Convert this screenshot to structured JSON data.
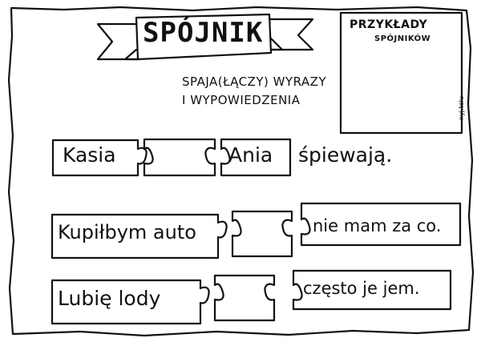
{
  "worksheet": {
    "title": "SPÓJNIK",
    "subtitle_line1": "SPAJA(ŁĄCZY) WYRAZY",
    "subtitle_line2": "I WYPOWIEDZENIA",
    "examples_box": {
      "title": "PRZYKŁADY",
      "subtitle": "SPÓJNIKÓW"
    },
    "signature": "nyj.telu",
    "sentences": [
      {
        "left": "Kasia",
        "right": "Ania",
        "after": "śpiewają."
      },
      {
        "left": "Kupiłbym auto",
        "right": "nie mam za co."
      },
      {
        "left": "Lubię lody",
        "right": "często je jem."
      }
    ]
  },
  "colors": {
    "ink": "#111111",
    "paper": "#ffffff"
  }
}
